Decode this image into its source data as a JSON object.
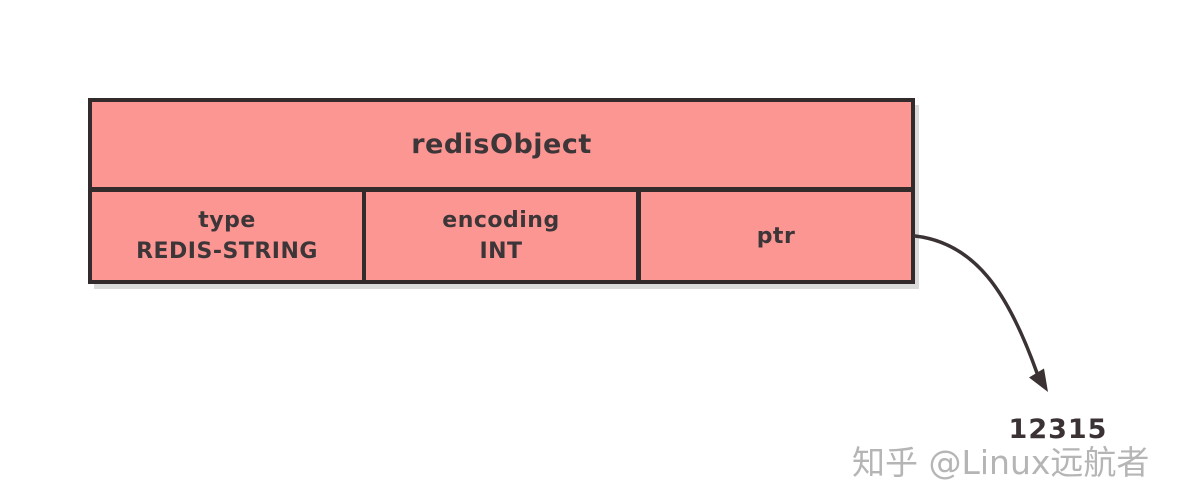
{
  "diagram": {
    "title": "redisObject",
    "cells": [
      {
        "label": "type",
        "value": "REDIS-STRING"
      },
      {
        "label": "encoding",
        "value": "INT"
      },
      {
        "label": "ptr",
        "value": ""
      }
    ],
    "pointer_value": "12315",
    "colors": {
      "cell_fill": "#FB9693",
      "border": "#322A2B",
      "text": "#3D3638",
      "arrow": "#3A3233",
      "shadow": "#DADADA",
      "watermark": "#B5B5B5"
    }
  },
  "watermark": {
    "text": "知乎 @Linux远航者"
  }
}
